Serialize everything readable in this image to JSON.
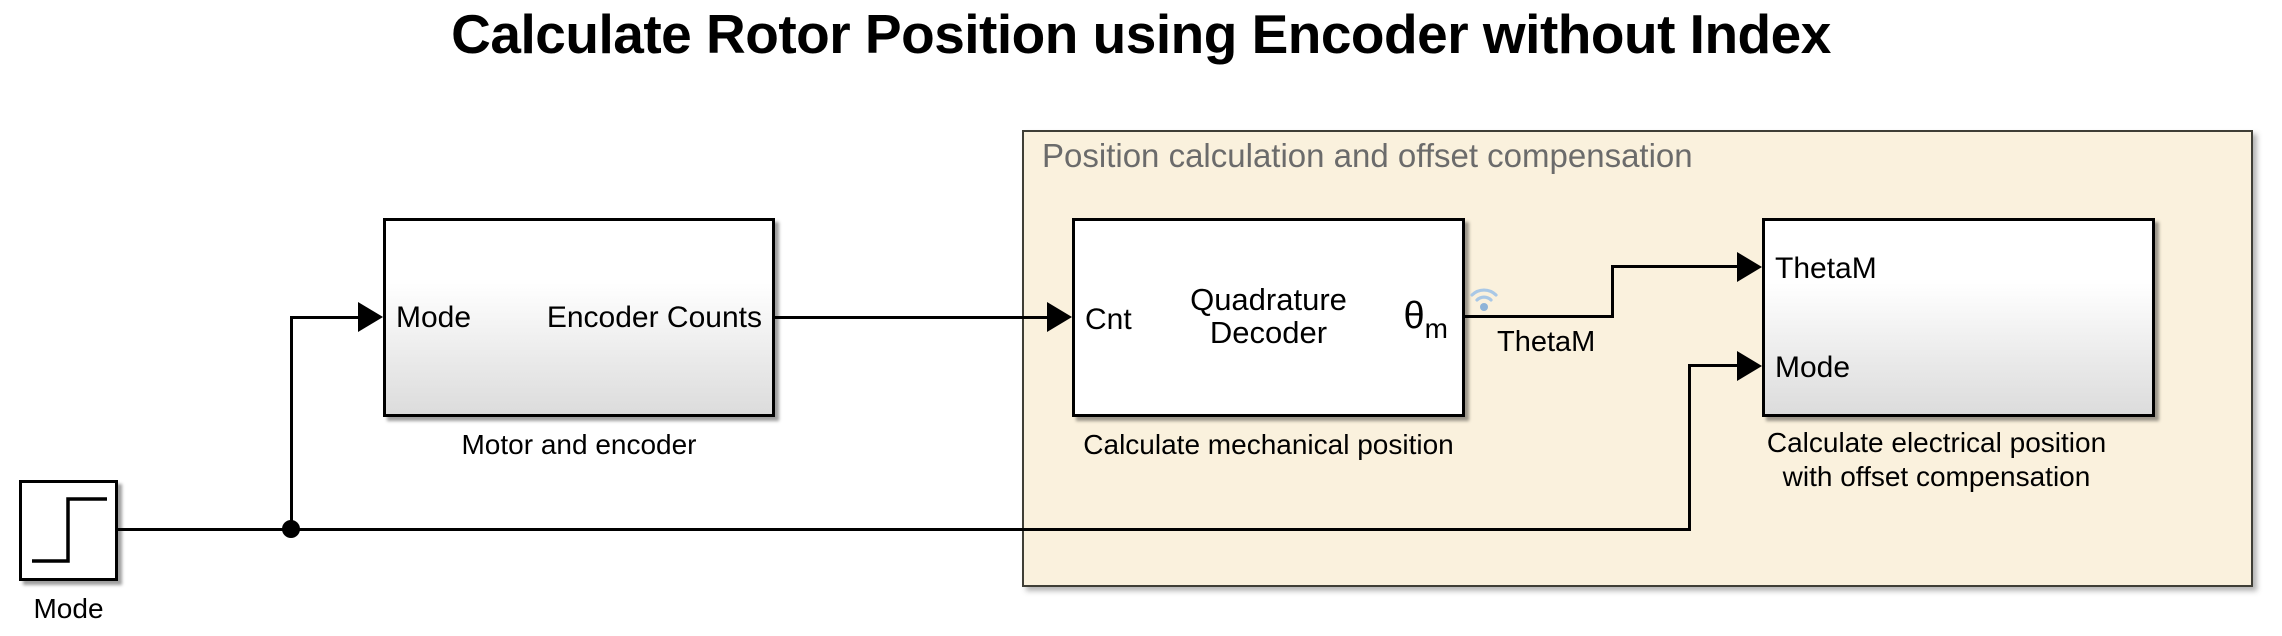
{
  "title": "Calculate Rotor Position using Encoder without Index",
  "area": {
    "label": "Position calculation and offset compensation"
  },
  "blocks": {
    "mode_source": {
      "caption": "Mode",
      "glyph": "step-signal"
    },
    "motor": {
      "caption": "Motor and encoder",
      "port_in": "Mode",
      "port_out": "Encoder Counts"
    },
    "quadrature": {
      "caption": "Calculate mechanical position",
      "label_line1": "Quadrature",
      "label_line2": "Decoder",
      "port_in": "Cnt",
      "port_out_symbol": "θ",
      "port_out_subscript": "m"
    },
    "electrical": {
      "caption_line1": "Calculate electrical position",
      "caption_line2": "with offset compensation",
      "port_in1": "ThetaM",
      "port_in2": "Mode"
    }
  },
  "signals": {
    "theta_label": "ThetaM"
  },
  "icons": {
    "wireless_streaming": "wifi-streaming-badge"
  },
  "colors": {
    "background": "#FFFFFF",
    "area_fill": "#FAF1DD",
    "area_border": "#3F3E36",
    "area_label_text": "#6B6B6B",
    "block_border": "#000000",
    "block_gradient_bottom": "#DCDCDC",
    "line": "#000000",
    "wireless_icon_arc": "#A9C8E6",
    "wireless_icon_dot": "#8FB4D8",
    "text": "#000000"
  }
}
